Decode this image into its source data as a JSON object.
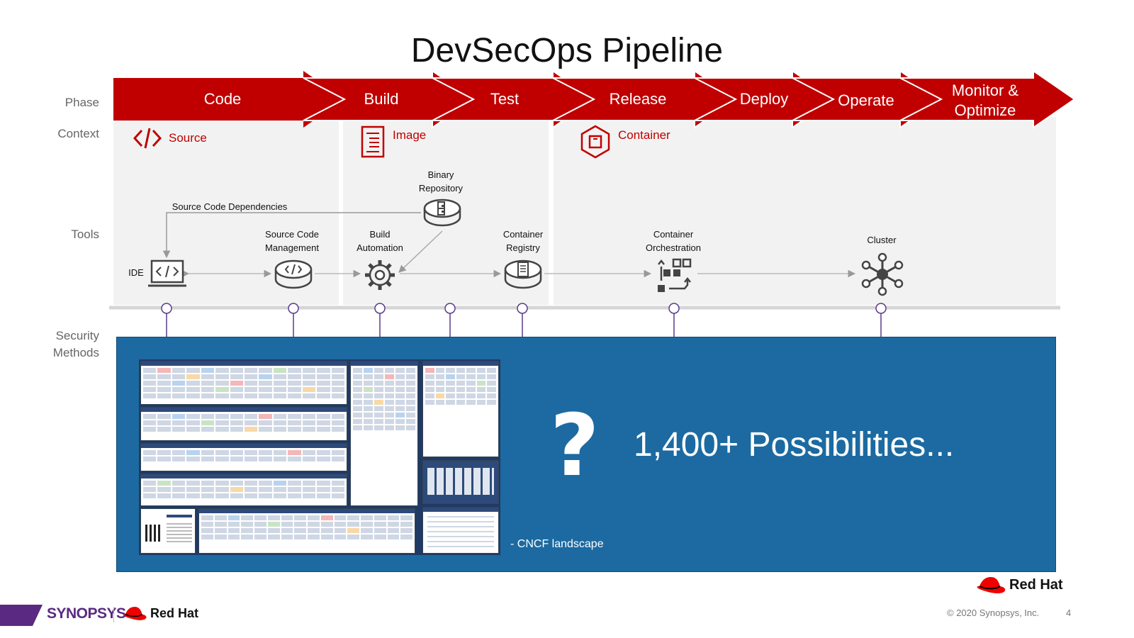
{
  "title": "DevSecOps Pipeline",
  "row_labels": {
    "phase": "Phase",
    "context": "Context",
    "tools": "Tools",
    "security": "Security",
    "methods": "Methods"
  },
  "phases": [
    {
      "label": "Code"
    },
    {
      "label": "Build"
    },
    {
      "label": "Test"
    },
    {
      "label": "Release"
    },
    {
      "label": "Deploy"
    },
    {
      "label": "Operate"
    },
    {
      "label": "Monitor &",
      "label2": "Optimize"
    }
  ],
  "contexts": [
    {
      "label": "Source",
      "icon": "code-brackets-icon"
    },
    {
      "label": "Image",
      "icon": "document-icon"
    },
    {
      "label": "Container",
      "icon": "container-hexagon-icon"
    }
  ],
  "tools": {
    "ide": "IDE",
    "scm": [
      "Source Code",
      "Management"
    ],
    "build": [
      "Build",
      "Automation"
    ],
    "binary": [
      "Binary",
      "Repository"
    ],
    "registry": [
      "Container",
      "Registry"
    ],
    "orchestration": [
      "Container",
      "Orchestration"
    ],
    "cluster": "Cluster",
    "dependencies": "Source Code Dependencies"
  },
  "security": {
    "question": "?",
    "possibilities": "1,400+ Possibilities...",
    "caption": "- CNCF landscape"
  },
  "colors": {
    "phase_red": "#c00000",
    "security_blue": "#1c6aa1",
    "panel_gray": "#f2f2f2",
    "pin_purple": "#5b3a8a"
  },
  "footer": {
    "synopsys": "SYNOPSYS",
    "redhat": "Red Hat",
    "redhat_corner": "Red Hat",
    "copyright": "© 2020 Synopsys, Inc.",
    "page": "4"
  }
}
